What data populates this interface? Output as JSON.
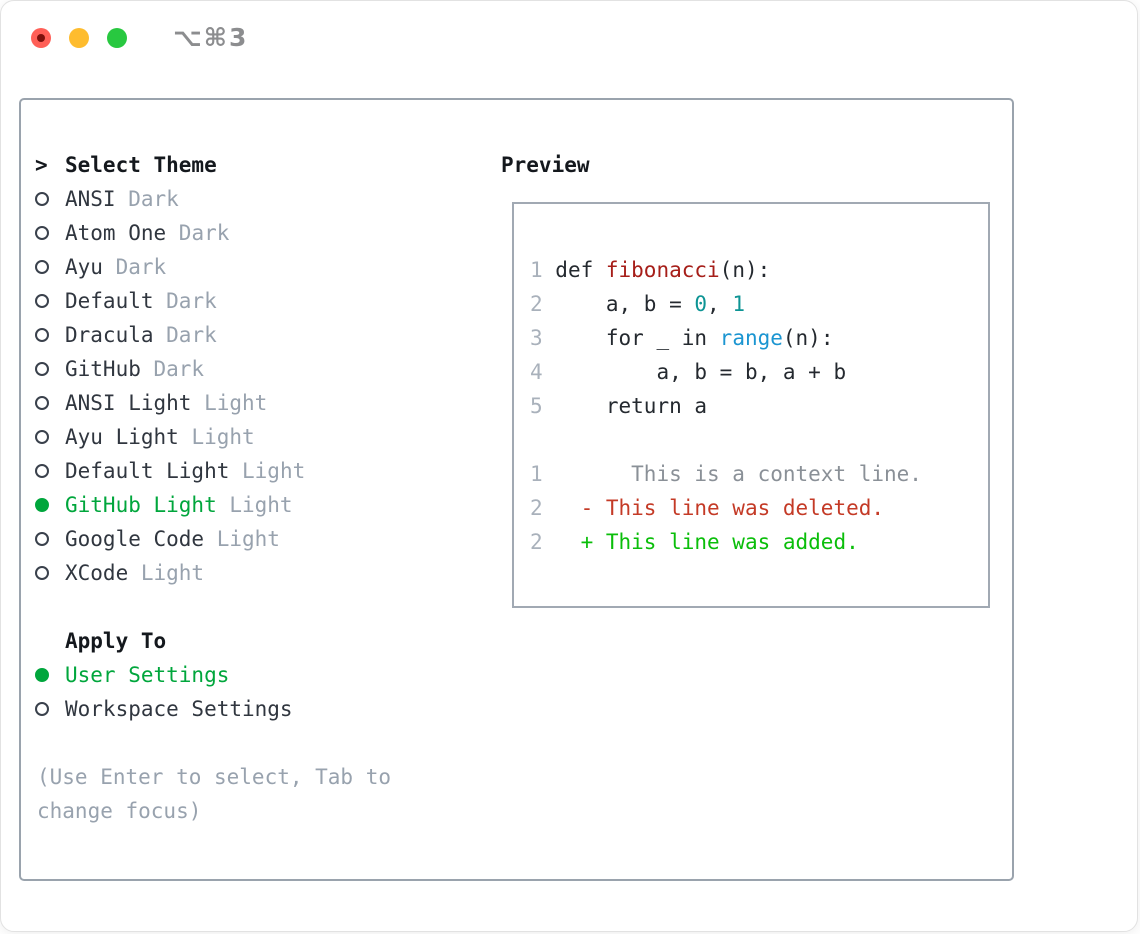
{
  "titlebar": {
    "title": "⌥⌘3",
    "buttons": [
      {
        "name": "close"
      },
      {
        "name": "minimize"
      },
      {
        "name": "zoom"
      }
    ]
  },
  "colors": {
    "ui_green": "#00a63c",
    "panel_border": "#9aa3ad",
    "text_dark": "#30363f",
    "text_muted": "#98a2ae",
    "traffic_red": "#ff5f57",
    "traffic_yellow": "#febc2e",
    "traffic_green": "#28c840"
  },
  "theme_select": {
    "prompt": ">",
    "header": "Select Theme",
    "items": [
      {
        "name": "ANSI",
        "variant": "Dark",
        "selected": false
      },
      {
        "name": "Atom One",
        "variant": "Dark",
        "selected": false
      },
      {
        "name": "Ayu",
        "variant": "Dark",
        "selected": false
      },
      {
        "name": "Default",
        "variant": "Dark",
        "selected": false
      },
      {
        "name": "Dracula",
        "variant": "Dark",
        "selected": false
      },
      {
        "name": "GitHub",
        "variant": "Dark",
        "selected": false
      },
      {
        "name": "ANSI Light",
        "variant": "Light",
        "selected": false
      },
      {
        "name": "Ayu Light",
        "variant": "Light",
        "selected": false
      },
      {
        "name": "Default Light",
        "variant": "Light",
        "selected": false
      },
      {
        "name": "GitHub Light",
        "variant": "Light",
        "selected": true
      },
      {
        "name": "Google Code",
        "variant": "Light",
        "selected": false
      },
      {
        "name": "XCode",
        "variant": "Light",
        "selected": false
      }
    ]
  },
  "apply_to": {
    "header": "Apply To",
    "options": [
      {
        "label": "User Settings",
        "selected": true
      },
      {
        "label": "Workspace Settings",
        "selected": false
      }
    ]
  },
  "help_lines": [
    "(Use Enter to select, Tab to",
    "change focus)"
  ],
  "preview": {
    "header": "Preview",
    "palette": {
      "num": "#a9b1bb",
      "code": "#24292f",
      "fn": "#a61e19",
      "lit": "#0d9494",
      "builtin": "#1b95d1",
      "ctx": "#8a9097",
      "del": "#c43a26",
      "add": "#0abe0a"
    },
    "lines": [
      {
        "tokens": [
          {
            "t": "1 ",
            "c": "num"
          },
          {
            "t": "def ",
            "c": "code"
          },
          {
            "t": "fibonacci",
            "c": "fn"
          },
          {
            "t": "(n):",
            "c": "code"
          }
        ]
      },
      {
        "tokens": [
          {
            "t": "2 ",
            "c": "num"
          },
          {
            "t": "    a, b = ",
            "c": "code"
          },
          {
            "t": "0",
            "c": "lit"
          },
          {
            "t": ", ",
            "c": "code"
          },
          {
            "t": "1",
            "c": "lit"
          }
        ]
      },
      {
        "tokens": [
          {
            "t": "3 ",
            "c": "num"
          },
          {
            "t": "    for _ in ",
            "c": "code"
          },
          {
            "t": "range",
            "c": "builtin"
          },
          {
            "t": "(n):",
            "c": "code"
          }
        ]
      },
      {
        "tokens": [
          {
            "t": "4 ",
            "c": "num"
          },
          {
            "t": "        a, b = b, a + b",
            "c": "code"
          }
        ]
      },
      {
        "tokens": [
          {
            "t": "5 ",
            "c": "num"
          },
          {
            "t": "    return a",
            "c": "code"
          }
        ]
      },
      {
        "tokens": [
          {
            "t": " ",
            "c": "code"
          }
        ]
      },
      {
        "tokens": [
          {
            "t": "1 ",
            "c": "num"
          },
          {
            "t": "      This is a context line.",
            "c": "ctx"
          }
        ]
      },
      {
        "tokens": [
          {
            "t": "2 ",
            "c": "num"
          },
          {
            "t": "  - This line was deleted.",
            "c": "del"
          }
        ]
      },
      {
        "tokens": [
          {
            "t": "2 ",
            "c": "num"
          },
          {
            "t": "  + This line was added.",
            "c": "add"
          }
        ]
      }
    ]
  }
}
